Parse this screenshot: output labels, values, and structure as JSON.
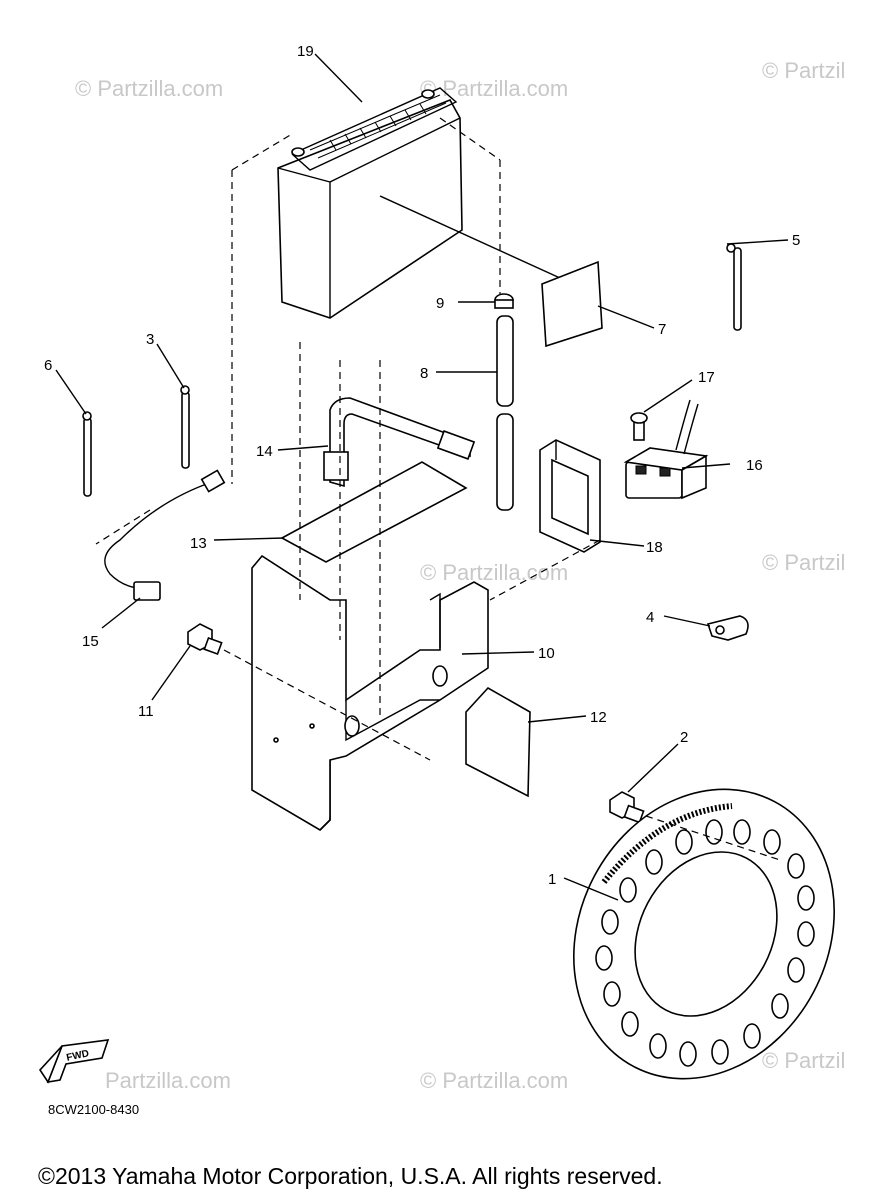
{
  "diagram": {
    "callouts": [
      "1",
      "2",
      "3",
      "4",
      "5",
      "6",
      "7",
      "8",
      "9",
      "10",
      "11",
      "12",
      "13",
      "14",
      "15",
      "16",
      "17",
      "18",
      "19"
    ],
    "watermark": "© Partzilla.com",
    "watermark_partial": "Partzilla.com",
    "watermark_edge": "© Partzil",
    "diagram_code": "8CW2100-8430",
    "fwd_label": "FWD",
    "copyright": "©2013 Yamaha Motor Corporation, U.S.A. All rights reserved."
  }
}
